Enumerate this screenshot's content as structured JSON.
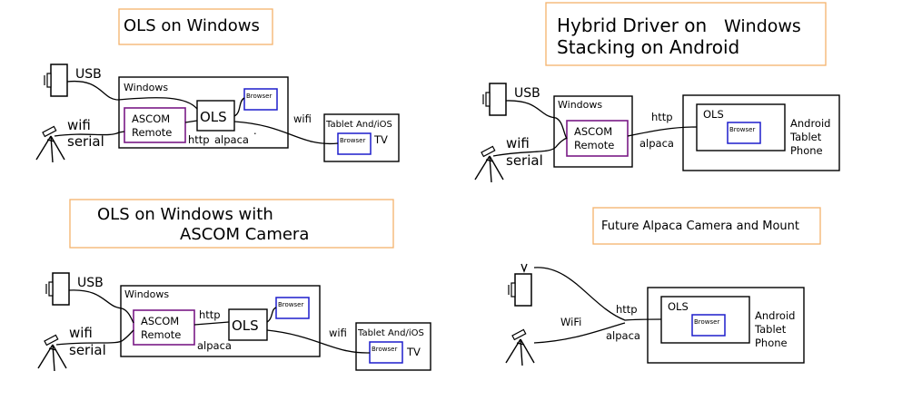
{
  "panels": {
    "p1": {
      "title": "OLS on Windows",
      "usb": "USB",
      "wifi": "wifi",
      "serial": "serial",
      "windows": "Windows",
      "ascom_l1": "ASCOM",
      "ascom_l2": "Remote",
      "ols": "OLS",
      "browser": "Browser",
      "http": "http",
      "alpaca": "alpaca",
      "dot": ".",
      "wifi_link": "wifi",
      "tablet": "Tablet And/iOS",
      "tablet_browser": "Browser",
      "tv": "TV"
    },
    "p2": {
      "title_l1": "Hybrid Driver on",
      "title_l1b": "Windows",
      "title_l2": "Stacking on Android",
      "usb": "USB",
      "wifi": "wifi",
      "serial": "serial",
      "windows": "Windows",
      "ascom_l1": "ASCOM",
      "ascom_l2": "Remote",
      "http": "http",
      "alpaca": "alpaca",
      "ols": "OLS",
      "browser": "Browser",
      "dev_l1": "Android",
      "dev_l2": "Tablet",
      "dev_l3": "Phone"
    },
    "p3": {
      "title_l1": "OLS on Windows with",
      "title_l2": "ASCOM Camera",
      "usb": "USB",
      "wifi": "wifi",
      "serial": "serial",
      "windows": "Windows",
      "ascom_l1": "ASCOM",
      "ascom_l2": "Remote",
      "http": "http",
      "ols": "OLS",
      "browser": "Browser",
      "alpaca": "alpaca",
      "wifi_link": "wifi",
      "tablet": "Tablet And/iOS",
      "tablet_browser": "Browser",
      "tv": "TV"
    },
    "p4": {
      "title": "Future Alpaca Camera and Mount",
      "wifi": "WiFi",
      "http": "http",
      "alpaca": "alpaca",
      "ols": "OLS",
      "browser": "Browser",
      "dev_l1": "Android",
      "dev_l2": "Tablet",
      "dev_l3": "Phone"
    }
  },
  "colors": {
    "title_border": "#f5b26b",
    "ascom_border": "#7a1a86",
    "browser_border": "#1d1dcc"
  }
}
